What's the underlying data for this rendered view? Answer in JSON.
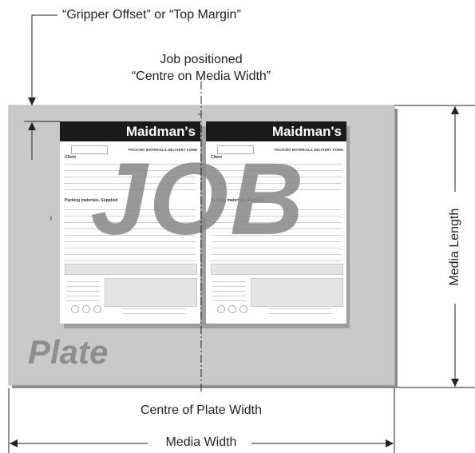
{
  "labels": {
    "gripper_offset": "“Gripper Offset” or “Top Margin”",
    "job_positioned_line1": "Job positioned",
    "job_positioned_line2": "“Centre on Media Width”",
    "centre_of_plate_width": "Centre of Plate Width",
    "media_length": "Media Length",
    "media_width": "Media Width"
  },
  "plate": {
    "label": "Plate",
    "color": "#c9c9c9"
  },
  "job": {
    "label": "JOB",
    "color": "#8a8a8a"
  },
  "form_sheets": [
    {
      "brand": "Maidman's",
      "form_title": "PACKING MATERIALS DELIVERY FORM",
      "client_label": "Client",
      "section_label": "Packing materials, Supplied"
    },
    {
      "brand": "Maidman's",
      "form_title": "PACKING MATERIALS DELIVERY FORM",
      "client_label": "Client",
      "section_label": "Packing materials, Supplied"
    }
  ],
  "colors": {
    "line": "#222222",
    "plate_edge": "#b5b5b5",
    "shadow": "#8c8c8c",
    "header": "#1a1a1a"
  }
}
